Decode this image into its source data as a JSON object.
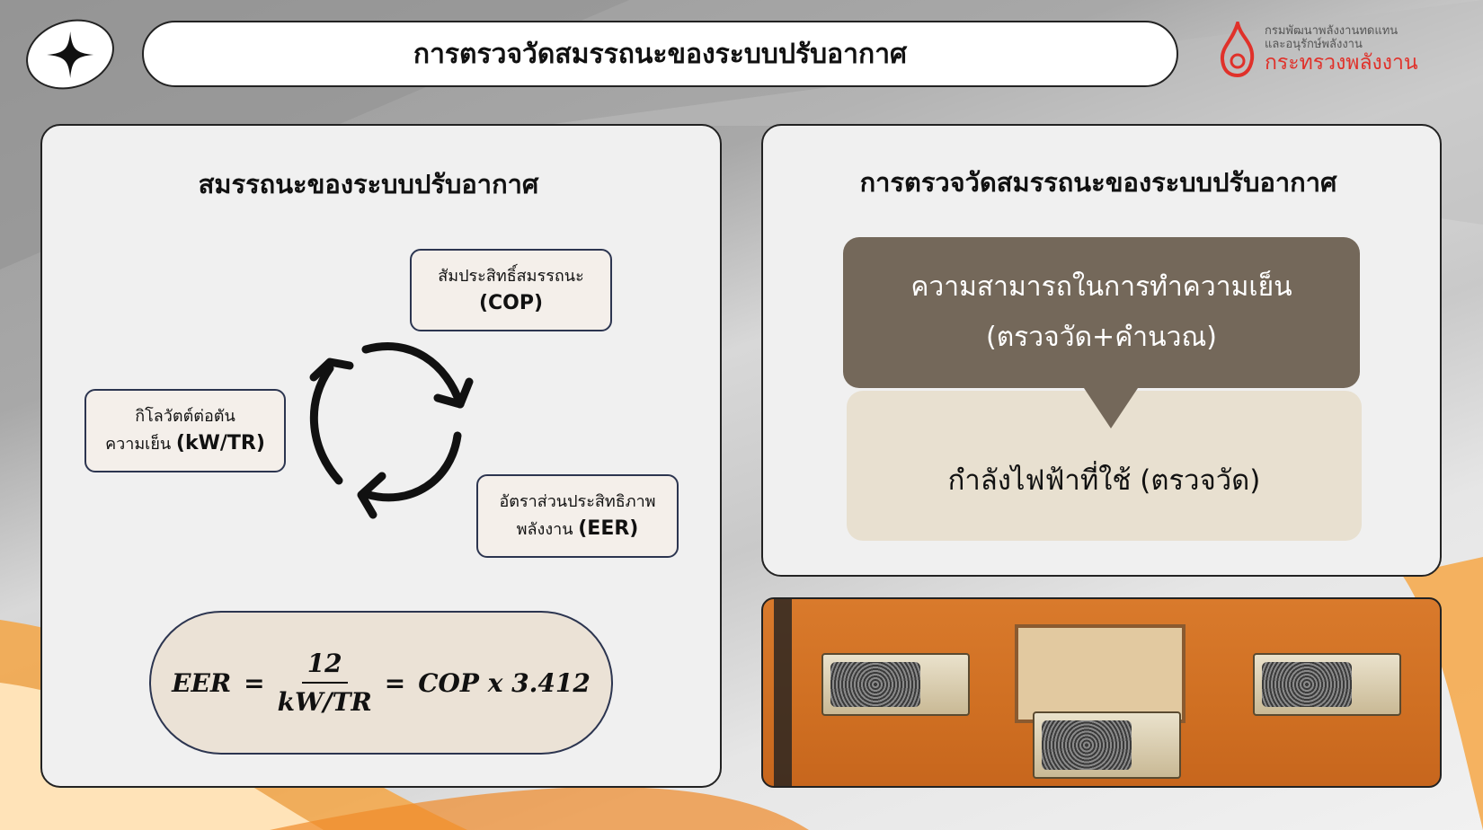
{
  "header": {
    "title": "การตรวจวัดสมรรถนะของระบบปรับอากาศ",
    "star_icon": "four-point-star-icon"
  },
  "logo": {
    "line1": "กรมพัฒนาพลังงานทดแทน",
    "line2": "และอนุรักษ์พลังงาน",
    "line3": "กระทรวงพลังงาน",
    "color": "#e0312a"
  },
  "left_panel": {
    "heading": "สมรรถนะของระบบปรับอากาศ",
    "cycle": [
      {
        "line1": "สัมประสิทธิ์สมรรถนะ",
        "line2": "(COP)"
      },
      {
        "line1": "อัตราส่วนประสิทธิภาพ",
        "line2_prefix": "พลังงาน ",
        "line2": "(EER)"
      },
      {
        "line1": "กิโลวัตต์ต่อตัน",
        "line2_prefix": "ความเย็น ",
        "line2": "(kW/TR)"
      }
    ],
    "formula": {
      "lhs": "EER",
      "eq1": "=",
      "numerator": "12",
      "denominator": "kW/TR",
      "eq2": "=",
      "rhs": "COP x 3.412"
    }
  },
  "right_panel": {
    "heading": "การตรวจวัดสมรรถนะของระบบปรับอากาศ",
    "top_box": {
      "line1": "ความสามารถในการทำความเย็น",
      "line2": "(ตรวจวัด+คำนวณ)",
      "color": "#74685a"
    },
    "bottom_box": {
      "text": "กำลังไฟฟ้าที่ใช้ (ตรวจวัด)",
      "color": "#e8e0d0"
    }
  }
}
